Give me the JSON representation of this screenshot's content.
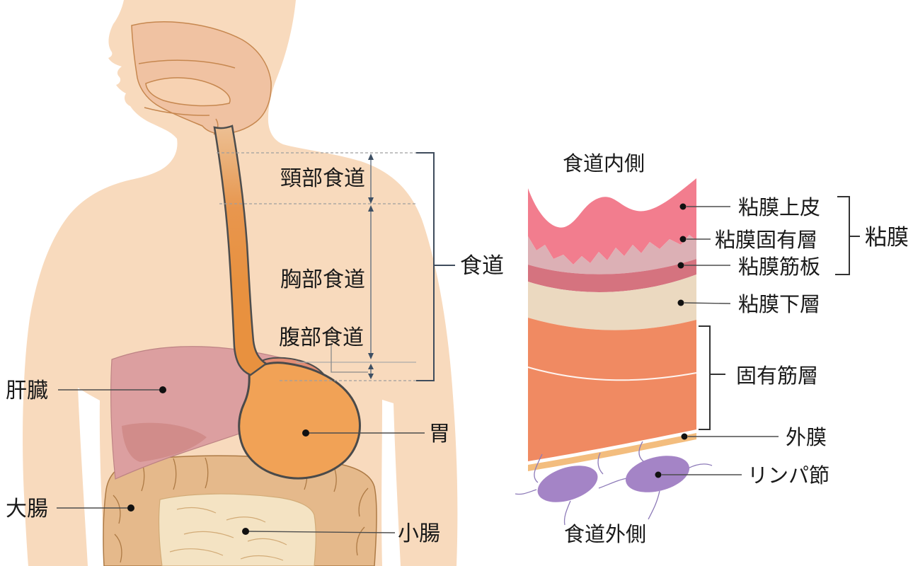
{
  "body_figure": {
    "segments": {
      "cervical": "頸部食道",
      "thoracic": "胸部食道",
      "abdominal": "腹部食道"
    },
    "bracket_label": "食道",
    "organs": {
      "liver": "肝臓",
      "large_intestine": "大腸",
      "stomach": "胃",
      "small_intestine": "小腸"
    }
  },
  "wall_figure": {
    "inner_side": "食道内側",
    "outer_side": "食道外側",
    "layers": {
      "epithelium": "粘膜上皮",
      "lamina_propria": "粘膜固有層",
      "muscularis_mucosae": "粘膜筋板",
      "mucosa_group": "粘膜",
      "submucosa": "粘膜下層",
      "muscularis_propria": "固有筋層",
      "adventitia": "外膜",
      "lymph_node": "リンパ節"
    }
  },
  "colors": {
    "skin": "#f8dabd",
    "mouth_inner": "#f0c2a2",
    "mouth_outline": "#c6874f",
    "esophagus_dark": "#e8913f",
    "esophagus_light": "#eec49b",
    "liver": "#dc9fa0",
    "liver_dark": "#cb837e",
    "stomach": "#f1a256",
    "fundus": "#e28d74",
    "colon": "#e5b98b",
    "small_intestine": "#f4e3c3",
    "epithelium": "#f27d8e",
    "lamina_propria": "#dcb0b5",
    "muscularis_mucosae": "#d5737f",
    "submucosa": "#ebd9c0",
    "muscularis_propria": "#f08a62",
    "adventitia": "#f3bd7e",
    "lymph_node": "#a484c6",
    "vessel": "#8d7ab8",
    "leader_line": "#4d4d4d",
    "dimension_line": "#5a6a7d",
    "dashed_line": "#9f9f9f",
    "bracket": "#3f4c5c"
  }
}
